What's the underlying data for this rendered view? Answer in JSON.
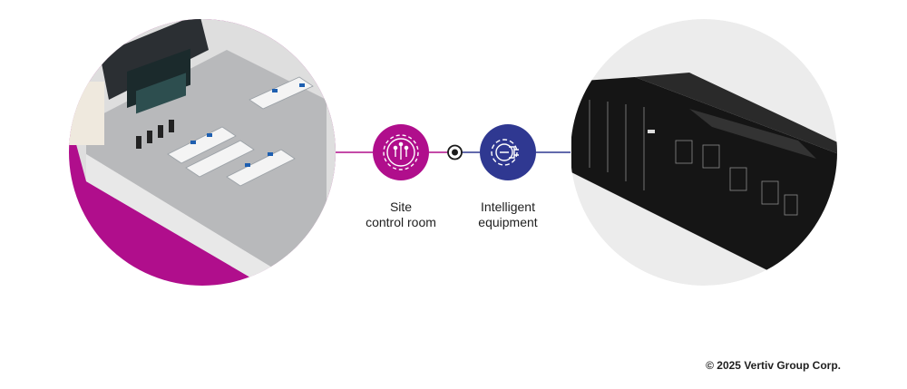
{
  "colors": {
    "magenta": "#b00e8c",
    "navy": "#2f3891",
    "room_floor": "#b8b9bb",
    "circle_bg": "#ececec",
    "equipment": "#141414"
  },
  "nodes": [
    {
      "id": "site-control-room",
      "line1": "Site",
      "line2": "control room",
      "icon": "gear-network-icon"
    },
    {
      "id": "intelligent-equipment",
      "line1": "Intelligent",
      "line2": "equipment",
      "icon": "gear-plug-icon"
    }
  ],
  "connector": {
    "icon": "target-dot-icon"
  },
  "images": [
    {
      "id": "control-room-image",
      "subject": "control room isometric illustration"
    },
    {
      "id": "equipment-image",
      "subject": "black modular equipment cabinets"
    }
  ],
  "footer": {
    "copyright": "© 2025 Vertiv Group Corp."
  }
}
